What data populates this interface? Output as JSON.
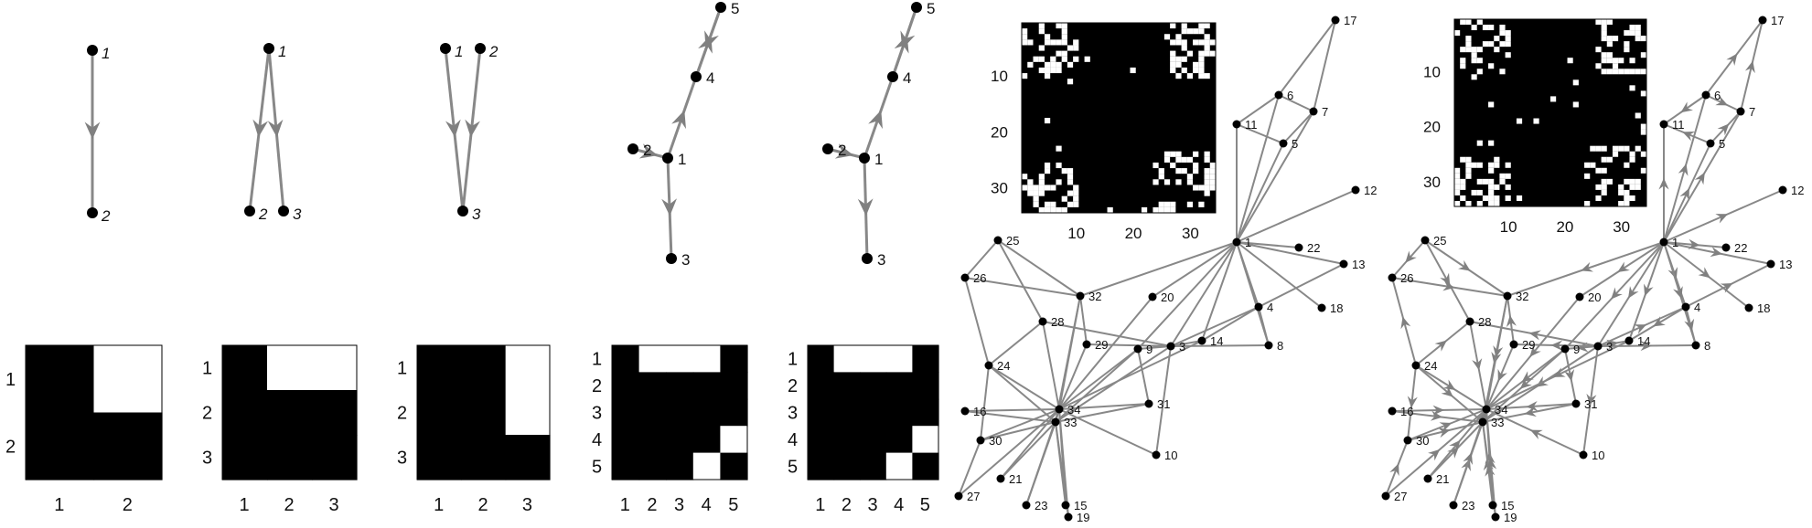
{
  "colors": {
    "edge": "#888888",
    "node": "#000000",
    "filled": "#000000",
    "empty": "#ffffff"
  },
  "graphs": [
    {
      "id": "g2",
      "nodes": [
        {
          "n": "1"
        },
        {
          "n": "2"
        }
      ],
      "edges": [
        [
          "1",
          "2"
        ]
      ],
      "matrix": [
        [
          1,
          0
        ],
        [
          1,
          1
        ]
      ],
      "row_ticks": [
        "1",
        "2"
      ],
      "col_ticks": [
        "1",
        "2"
      ]
    },
    {
      "id": "g3a",
      "nodes": [
        {
          "n": "1"
        },
        {
          "n": "2"
        },
        {
          "n": "3"
        }
      ],
      "edges": [
        [
          "1",
          "2"
        ],
        [
          "1",
          "3"
        ]
      ],
      "matrix": [
        [
          1,
          0,
          0
        ],
        [
          1,
          1,
          1
        ],
        [
          1,
          1,
          1
        ]
      ],
      "row_ticks": [
        "1",
        "2",
        "3"
      ],
      "col_ticks": [
        "1",
        "2",
        "3"
      ]
    },
    {
      "id": "g3b",
      "nodes": [
        {
          "n": "1"
        },
        {
          "n": "2"
        },
        {
          "n": "3"
        }
      ],
      "edges": [
        [
          "1",
          "3"
        ],
        [
          "2",
          "3"
        ]
      ],
      "matrix": [
        [
          1,
          1,
          0
        ],
        [
          1,
          1,
          0
        ],
        [
          1,
          1,
          1
        ]
      ],
      "row_ticks": [
        "1",
        "2",
        "3"
      ],
      "col_ticks": [
        "1",
        "2",
        "3"
      ]
    },
    {
      "id": "g5a",
      "nodes": [
        {
          "n": "1"
        },
        {
          "n": "2"
        },
        {
          "n": "3"
        },
        {
          "n": "4"
        },
        {
          "n": "5"
        }
      ],
      "edges": [
        [
          "1",
          "4"
        ],
        [
          "4",
          "5"
        ],
        [
          "5",
          "4"
        ],
        [
          "2",
          "1"
        ],
        [
          "1",
          "3"
        ]
      ],
      "matrix": [
        [
          1,
          0,
          0,
          0,
          1
        ],
        [
          1,
          1,
          1,
          1,
          1
        ],
        [
          1,
          1,
          1,
          1,
          1
        ],
        [
          1,
          1,
          1,
          1,
          0
        ],
        [
          1,
          1,
          1,
          0,
          1
        ]
      ],
      "row_ticks": [
        "1",
        "2",
        "3",
        "4",
        "5"
      ],
      "col_ticks": [
        "1",
        "2",
        "3",
        "4",
        "5"
      ]
    },
    {
      "id": "g5b",
      "nodes": [
        {
          "n": "1"
        },
        {
          "n": "2"
        },
        {
          "n": "3"
        },
        {
          "n": "4"
        },
        {
          "n": "5"
        }
      ],
      "edges": [
        [
          "1",
          "4"
        ],
        [
          "4",
          "5"
        ],
        [
          "5",
          "4"
        ],
        [
          "2",
          "1"
        ],
        [
          "1",
          "3"
        ]
      ],
      "matrix": [
        [
          1,
          0,
          0,
          0,
          1
        ],
        [
          1,
          1,
          1,
          1,
          1
        ],
        [
          1,
          1,
          1,
          1,
          1
        ],
        [
          1,
          1,
          1,
          1,
          0
        ],
        [
          1,
          1,
          1,
          0,
          1
        ]
      ],
      "row_ticks": [
        "1",
        "2",
        "3",
        "4",
        "5"
      ],
      "col_ticks": [
        "1",
        "2",
        "3",
        "4",
        "5"
      ]
    }
  ],
  "karate": {
    "nodes": [
      "1",
      "3",
      "4",
      "5",
      "6",
      "7",
      "8",
      "9",
      "10",
      "11",
      "12",
      "13",
      "14",
      "15",
      "18",
      "19",
      "20",
      "21",
      "22",
      "23",
      "24",
      "25",
      "26",
      "27",
      "28",
      "29",
      "30",
      "31",
      "32",
      "33",
      "34",
      "16",
      "17"
    ],
    "edges": [
      [
        "1",
        "3"
      ],
      [
        "1",
        "4"
      ],
      [
        "1",
        "5"
      ],
      [
        "1",
        "6"
      ],
      [
        "1",
        "7"
      ],
      [
        "1",
        "8"
      ],
      [
        "1",
        "9"
      ],
      [
        "1",
        "11"
      ],
      [
        "1",
        "12"
      ],
      [
        "1",
        "13"
      ],
      [
        "1",
        "14"
      ],
      [
        "1",
        "18"
      ],
      [
        "1",
        "20"
      ],
      [
        "1",
        "22"
      ],
      [
        "1",
        "32"
      ],
      [
        "3",
        "4"
      ],
      [
        "3",
        "8"
      ],
      [
        "3",
        "9"
      ],
      [
        "3",
        "10"
      ],
      [
        "3",
        "14"
      ],
      [
        "3",
        "28"
      ],
      [
        "3",
        "29"
      ],
      [
        "3",
        "33"
      ],
      [
        "4",
        "8"
      ],
      [
        "4",
        "13"
      ],
      [
        "4",
        "14"
      ],
      [
        "5",
        "7"
      ],
      [
        "5",
        "11"
      ],
      [
        "6",
        "7"
      ],
      [
        "6",
        "11"
      ],
      [
        "6",
        "17"
      ],
      [
        "7",
        "17"
      ],
      [
        "9",
        "31"
      ],
      [
        "9",
        "33"
      ],
      [
        "9",
        "34"
      ],
      [
        "10",
        "34"
      ],
      [
        "14",
        "34"
      ],
      [
        "15",
        "33"
      ],
      [
        "15",
        "34"
      ],
      [
        "16",
        "33"
      ],
      [
        "16",
        "34"
      ],
      [
        "19",
        "33"
      ],
      [
        "19",
        "34"
      ],
      [
        "20",
        "34"
      ],
      [
        "21",
        "33"
      ],
      [
        "21",
        "34"
      ],
      [
        "23",
        "33"
      ],
      [
        "23",
        "34"
      ],
      [
        "24",
        "26"
      ],
      [
        "24",
        "28"
      ],
      [
        "24",
        "30"
      ],
      [
        "24",
        "33"
      ],
      [
        "24",
        "34"
      ],
      [
        "25",
        "26"
      ],
      [
        "25",
        "28"
      ],
      [
        "25",
        "32"
      ],
      [
        "26",
        "32"
      ],
      [
        "27",
        "30"
      ],
      [
        "27",
        "34"
      ],
      [
        "28",
        "34"
      ],
      [
        "29",
        "32"
      ],
      [
        "29",
        "34"
      ],
      [
        "30",
        "33"
      ],
      [
        "30",
        "34"
      ],
      [
        "31",
        "33"
      ],
      [
        "31",
        "34"
      ],
      [
        "32",
        "33"
      ],
      [
        "32",
        "34"
      ],
      [
        "33",
        "34"
      ]
    ],
    "matrix_ticks": [
      "10",
      "20",
      "30"
    ]
  }
}
